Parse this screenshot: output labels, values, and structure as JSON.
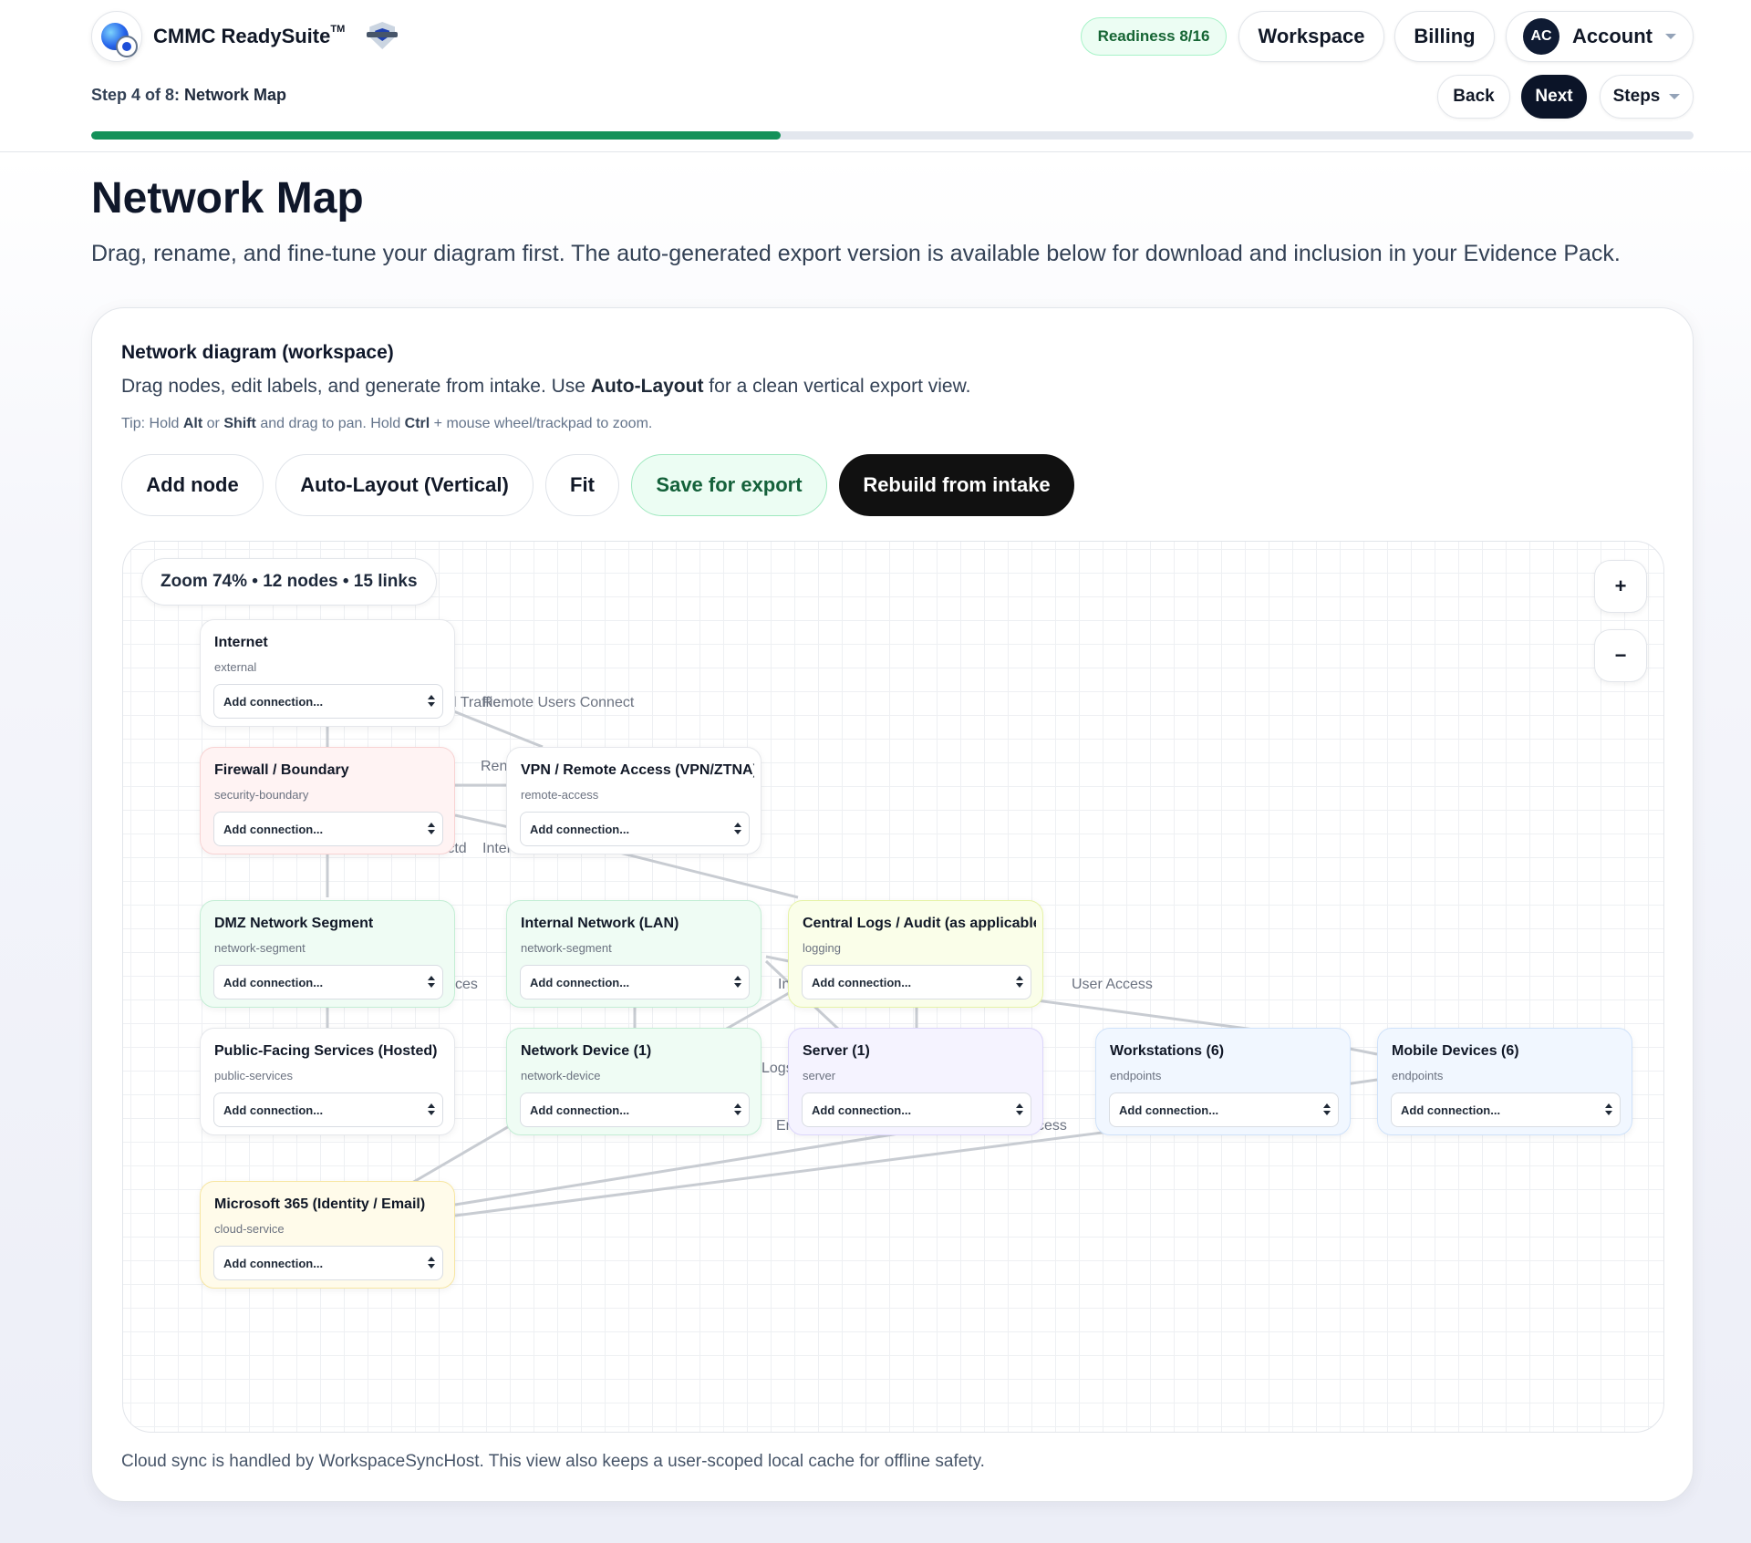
{
  "header": {
    "brand_name": "CMMC ReadySuite",
    "brand_tm": "TM",
    "readiness": "Readiness 8/16",
    "workspace_label": "Workspace",
    "billing_label": "Billing",
    "account_initials": "AC",
    "account_label": "Account"
  },
  "stepper": {
    "prefix": "Step 4 of 8:",
    "name": "Network Map",
    "back_label": "Back",
    "next_label": "Next",
    "steps_label": "Steps",
    "progress": 0.43
  },
  "page": {
    "title": "Network Map",
    "subtitle": "Drag, rename, and fine-tune your diagram first. The auto-generated export version is available below for download and inclusion in your Evidence Pack."
  },
  "card": {
    "title": "Network diagram (workspace)",
    "desc_before": "Drag nodes, edit labels, and generate from intake. Use ",
    "desc_bold": "Auto-Layout",
    "desc_after": " for a clean vertical export view.",
    "tip_1": "Tip: Hold ",
    "tip_alt": "Alt",
    "tip_2": " or ",
    "tip_shift": "Shift",
    "tip_3": " and drag to pan. Hold ",
    "tip_ctrl": "Ctrl",
    "tip_4": " + mouse wheel/trackpad to zoom.",
    "footer": "Cloud sync is handled by WorkspaceSyncHost. This view also keeps a user-scoped local cache for offline safety."
  },
  "toolbar": {
    "add_node": "Add node",
    "auto_layout": "Auto-Layout (Vertical)",
    "fit": "Fit",
    "save_export": "Save for export",
    "rebuild": "Rebuild from intake"
  },
  "canvas": {
    "zoom_info": "Zoom 74% • 12 nodes • 15 links",
    "zoom_in": "+",
    "zoom_out": "−",
    "connection_placeholder": "Add connection...",
    "nodes": [
      {
        "title": "Internet",
        "type": "external"
      },
      {
        "title": "Firewall / Boundary",
        "type": "security-boundary"
      },
      {
        "title": "VPN / Remote Access (VPN/ZTNA)",
        "type": "remote-access"
      },
      {
        "title": "DMZ Network Segment",
        "type": "network-segment"
      },
      {
        "title": "Internal Network (LAN)",
        "type": "network-segment"
      },
      {
        "title": "Central Logs / Audit (as applicable)",
        "type": "logging"
      },
      {
        "title": "Public-Facing Services (Hosted)",
        "type": "public-services"
      },
      {
        "title": "Network Device (1)",
        "type": "network-device"
      },
      {
        "title": "Server (1)",
        "type": "server"
      },
      {
        "title": "Workstations (6)",
        "type": "endpoints"
      },
      {
        "title": "Mobile Devices (6)",
        "type": "endpoints"
      },
      {
        "title": "Microsoft 365 (Identity / Email)",
        "type": "cloud-service"
      }
    ],
    "link_labels": [
      "l Traffic",
      "Remote Users Connect",
      "Ren",
      "strictd",
      "Inter",
      "ces",
      "In",
      "User Access",
      "Logs",
      "En",
      "cess"
    ]
  }
}
